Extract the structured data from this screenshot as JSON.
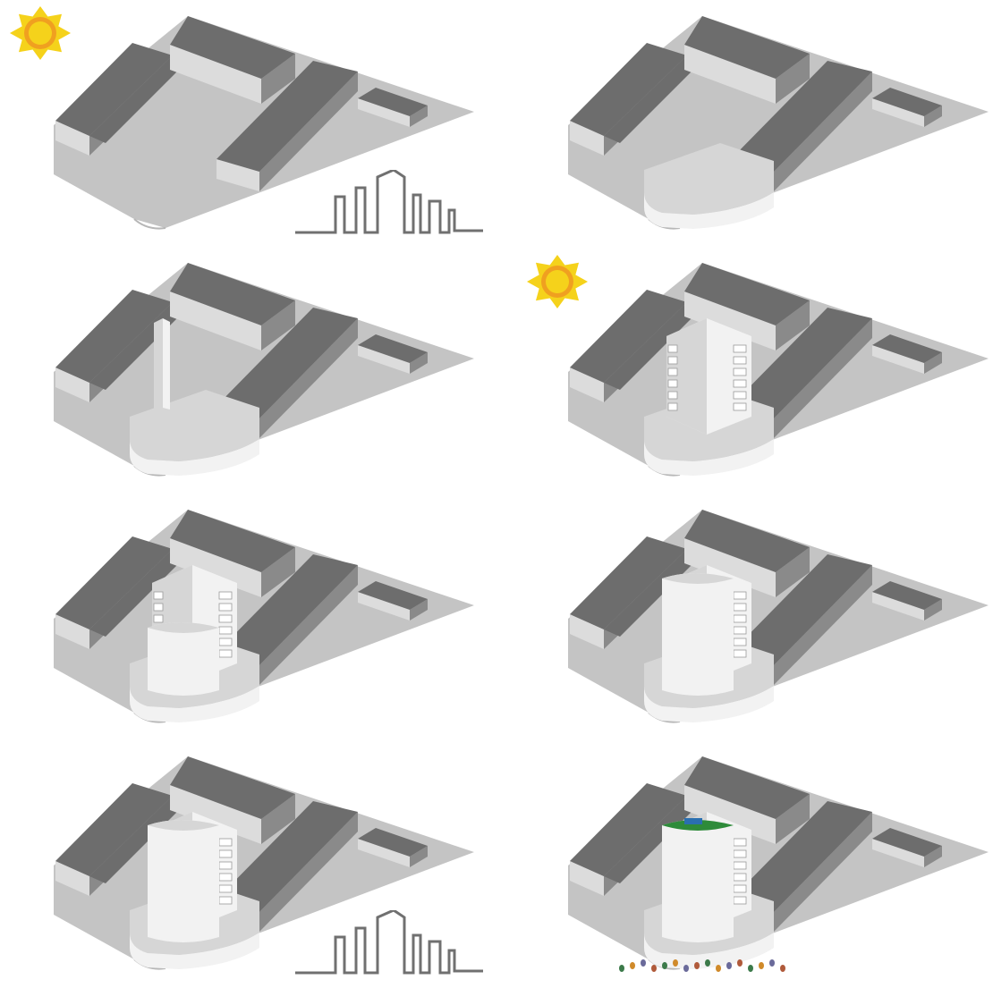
{
  "figure": {
    "description_type": "massing-sequence",
    "panel_count": 8,
    "columns": 2,
    "rows": 4
  },
  "colors": {
    "ground": "#c4c4c4",
    "ground_dark": "#b7b7b7",
    "roof_dark": "#6d6d6d",
    "wall_mid": "#8a8a8a",
    "wall_light": "#dcdcdc",
    "new_building": "#f2f2f2",
    "new_building_shade": "#d6d6d6",
    "sun_outer": "#f5d21b",
    "sun_inner": "#f0a020",
    "skyline_stroke": "#707070",
    "green_roof": "#2e8b3a",
    "pool": "#2a6fb0"
  },
  "panels": [
    {
      "id": "existing-site",
      "stage": 1,
      "sun": true,
      "skyline": true
    },
    {
      "id": "podium",
      "stage": 2,
      "sun": false,
      "skyline": false
    },
    {
      "id": "core-tower",
      "stage": 3,
      "sun": false,
      "skyline": false
    },
    {
      "id": "slab-tower",
      "stage": 4,
      "sun": true,
      "skyline": false
    },
    {
      "id": "curved-volume-low",
      "stage": 5,
      "sun": false,
      "skyline": false
    },
    {
      "id": "curved-volume-full",
      "stage": 6,
      "sun": false,
      "skyline": false
    },
    {
      "id": "curved-volume-detail",
      "stage": 7,
      "sun": false,
      "skyline": true
    },
    {
      "id": "final-with-green-roof",
      "stage": 8,
      "sun": false,
      "skyline": false
    }
  ],
  "icons": [
    "sun-icon",
    "skyline-icon"
  ]
}
